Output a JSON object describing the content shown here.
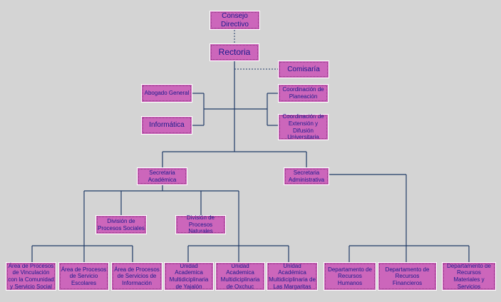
{
  "nodes": {
    "consejo": "Consejo Directivo",
    "rectoria": "Rectoria",
    "comisaria": "Comisaría",
    "abogado": "Abogado General",
    "informatica": "Informática",
    "coord_planeacion": "Coordinación de Planeación",
    "coord_extension": "Coordinación de Extensión y Difusión Universitaria",
    "sec_academica": "Secretaria Académica",
    "sec_administrativa": "Secretaria Administrativa",
    "div_sociales": "División de Procesos Sociales",
    "div_naturales": "División de Procesos Naturales",
    "area_vinculacion": "Área de Procesos de Vinculación con la Comunidad y Servicio Social",
    "area_escolares": "Área de Procesos de Servicio Escolares",
    "area_informacion": "Área de Procesos de Servicios de Información",
    "unidad_yajalon": "Unidad Academica Multidiciplinaria de Yajalón",
    "unidad_oxchuc": "Unidad Academica Multidiciplinaria de Oxchuc",
    "unidad_margaritas": "Unidad Académica Multidiciplinaria de Las Margaritas",
    "depto_humanos": "Departamento de Recursos Humanos",
    "depto_financieros": "Departamento de Recursos Financieros",
    "depto_materiales": "Departamento de Recursos Materiales y Servicios"
  }
}
